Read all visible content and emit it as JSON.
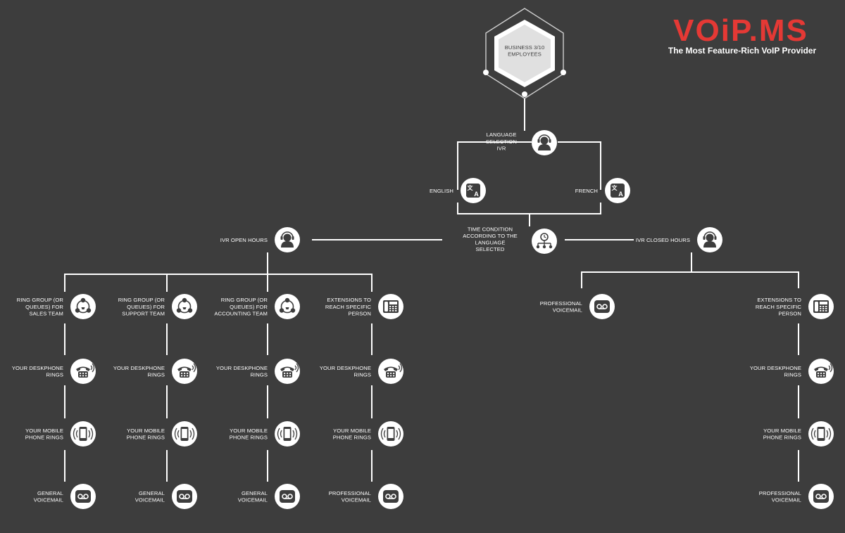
{
  "brand": {
    "logo_text": "VOiP.MS",
    "tagline": "The Most Feature-Rich VoIP Provider",
    "accent": "#e53935"
  },
  "colors": {
    "background": "#3d3d3d",
    "line": "#ffffff",
    "node": "#ffffff",
    "icon": "#3d3d3d",
    "hexagon_inner": "#e0e0e0"
  },
  "root": {
    "label": [
      "BUSINESS 3/10",
      "EMPLOYEES"
    ]
  },
  "language_ivr": {
    "label": [
      "LANGUAGE",
      "SELECTION",
      "IVR"
    ],
    "icon": "headset-agent-icon"
  },
  "languages": [
    {
      "label": [
        "ENGLISH"
      ],
      "icon": "translate-icon"
    },
    {
      "label": [
        "FRENCH"
      ],
      "icon": "translate-icon"
    }
  ],
  "time_condition": {
    "label": [
      "TIME CONDITION",
      "ACCORDING TO THE",
      "LANGUAGE",
      "SELECTED"
    ],
    "icon": "clock-tree-icon"
  },
  "open_hours": {
    "label": [
      "IVR OPEN HOURS"
    ],
    "icon": "headset-agent-icon",
    "branches": [
      {
        "steps": [
          {
            "label": [
              "RING GROUP (OR",
              "QUEUES) FOR",
              "SALES TEAM"
            ],
            "icon": "ring-group-icon"
          },
          {
            "label": [
              "YOUR DESKPHONE",
              "RINGS"
            ],
            "icon": "ringing-deskphone-icon"
          },
          {
            "label": [
              "YOUR MOBILE",
              "PHONE RINGS"
            ],
            "icon": "ringing-mobile-icon"
          },
          {
            "label": [
              "GENERAL",
              "VOICEMAIL"
            ],
            "icon": "voicemail-icon"
          }
        ]
      },
      {
        "steps": [
          {
            "label": [
              "RING GROUP (OR",
              "QUEUES) FOR",
              "SUPPORT TEAM"
            ],
            "icon": "ring-group-icon"
          },
          {
            "label": [
              "YOUR DESKPHONE",
              "RINGS"
            ],
            "icon": "ringing-deskphone-icon"
          },
          {
            "label": [
              "YOUR MOBILE",
              "PHONE RINGS"
            ],
            "icon": "ringing-mobile-icon"
          },
          {
            "label": [
              "GENERAL",
              "VOICEMAIL"
            ],
            "icon": "voicemail-icon"
          }
        ]
      },
      {
        "steps": [
          {
            "label": [
              "RING GROUP (OR",
              "QUEUES) FOR",
              "ACCOUNTING TEAM"
            ],
            "icon": "ring-group-icon"
          },
          {
            "label": [
              "YOUR DESKPHONE",
              "RINGS"
            ],
            "icon": "ringing-deskphone-icon"
          },
          {
            "label": [
              "YOUR MOBILE",
              "PHONE RINGS"
            ],
            "icon": "ringing-mobile-icon"
          },
          {
            "label": [
              "GENERAL",
              "VOICEMAIL"
            ],
            "icon": "voicemail-icon"
          }
        ]
      },
      {
        "steps": [
          {
            "label": [
              "EXTENSIONS TO",
              "REACH SPECIFIC",
              "PERSON"
            ],
            "icon": "office-phone-icon"
          },
          {
            "label": [
              "YOUR DESKPHONE",
              "RINGS"
            ],
            "icon": "ringing-deskphone-icon"
          },
          {
            "label": [
              "YOUR MOBILE",
              "PHONE RINGS"
            ],
            "icon": "ringing-mobile-icon"
          },
          {
            "label": [
              "PROFESSIONAL",
              "VOICEMAIL"
            ],
            "icon": "voicemail-icon"
          }
        ]
      }
    ]
  },
  "closed_hours": {
    "label": [
      "IVR CLOSED HOURS"
    ],
    "icon": "headset-agent-icon",
    "branches": [
      {
        "steps": [
          {
            "label": [
              "PROFESSIONAL",
              "VOICEMAIL"
            ],
            "icon": "voicemail-icon"
          }
        ]
      },
      {
        "steps": [
          {
            "label": [
              "EXTENSIONS TO",
              "REACH SPECIFIC",
              "PERSON"
            ],
            "icon": "office-phone-icon"
          },
          {
            "label": [
              "YOUR DESKPHONE",
              "RINGS"
            ],
            "icon": "ringing-deskphone-icon"
          },
          {
            "label": [
              "YOUR MOBILE",
              "PHONE RINGS"
            ],
            "icon": "ringing-mobile-icon"
          },
          {
            "label": [
              "PROFESSIONAL",
              "VOICEMAIL"
            ],
            "icon": "voicemail-icon"
          }
        ]
      }
    ]
  }
}
